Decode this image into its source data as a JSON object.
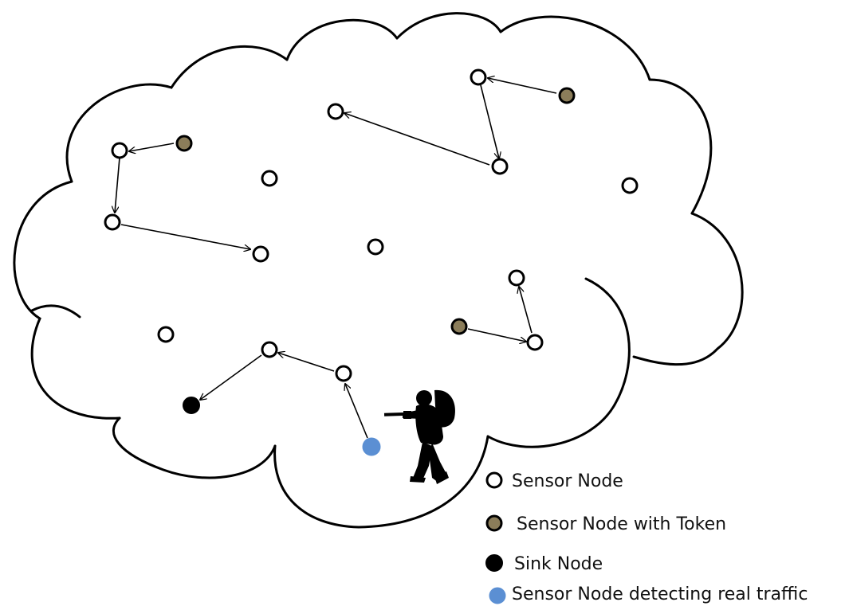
{
  "legend": {
    "sensor_node": "Sensor Node",
    "token_node": "Sensor Node with Token",
    "sink_node": "Sink Node",
    "detecting_node": "Sensor Node detecting real traffic"
  },
  "colors": {
    "sensor_fill": "#ffffff",
    "token_fill": "#8b7d5a",
    "sink_fill": "#000000",
    "detecting_fill": "#5b8fd3"
  },
  "icons": {
    "intruder": "soldier-silhouette-icon",
    "boundary": "cloud-icon"
  }
}
